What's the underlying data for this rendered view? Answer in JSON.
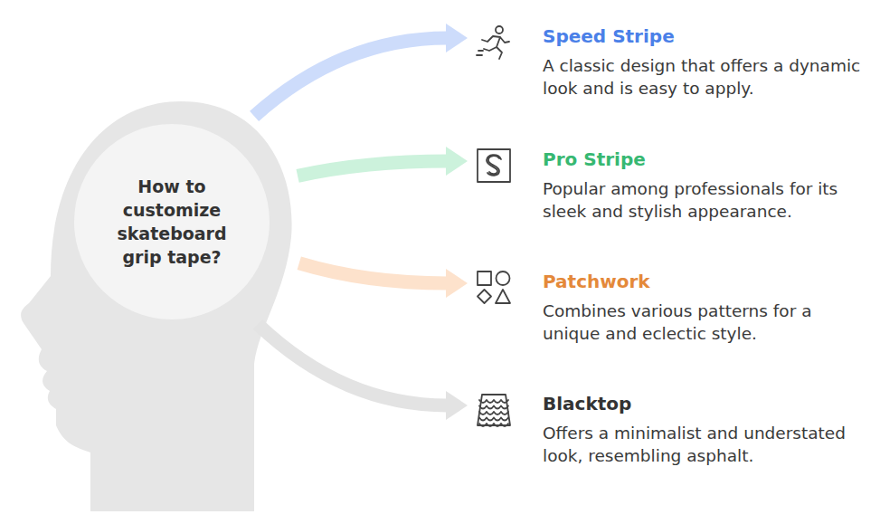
{
  "diagram": {
    "nodes": [
      {
        "text": [
          "How to customize skateboard grip tape?"
        ]
      },
      {
        "text": [
          "Speed Stripe",
          "A classic design that offers a dynamic look and is easy to apply."
        ]
      },
      {
        "text": [
          "Pro Stripe",
          "Popular among professionals for its sleek and stylish appearance."
        ]
      },
      {
        "text": [
          "Patchwork",
          "Combines various patterns for a unique and eclectic style."
        ]
      },
      {
        "text": [
          "Blacktop",
          "Offers a minimalist and understated look, resembling asphalt."
        ]
      }
    ],
    "edges": [
      {
        "from": 0,
        "to": 1,
        "arrow": "to"
      },
      {
        "from": 0,
        "to": 2,
        "arrow": "to"
      },
      {
        "from": 0,
        "to": 3,
        "arrow": "to"
      },
      {
        "from": 0,
        "to": 4,
        "arrow": "to"
      }
    ]
  }
}
